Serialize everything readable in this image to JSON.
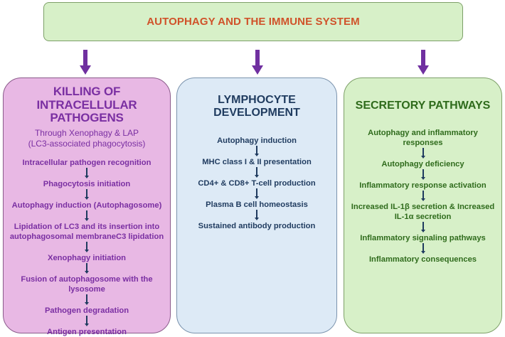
{
  "title": "AUTOPHAGY AND THE IMMUNE SYSTEM",
  "colors": {
    "title_text": "#d0522a",
    "arrow": "#7030a0",
    "panel1_fill": "#e8b8e4",
    "panel2_fill": "#ddeaf6",
    "panel3_fill": "#d7f0c8"
  },
  "panels": [
    {
      "heading": "KILLING OF INTRACELLULAR PATHOGENS",
      "subtitle_line1": "Through Xenophagy & LAP",
      "subtitle_line2": "(LC3-associated phagocytosis)",
      "steps": [
        "Intracellular pathogen recognition",
        "Phagocytosis initiation",
        "Autophagy induction (Autophagosome)",
        "Lipidation of LC3 and its insertion into autophagosomal membraneC3 lipidation",
        "Xenophagy initiation",
        "Fusion of autophagosome with the lysosome",
        "Pathogen degradation",
        "Antigen presentation"
      ]
    },
    {
      "heading_line1": "LYMPHOCYTE",
      "heading_line2": "DEVELOPMENT",
      "steps": [
        "Autophagy induction",
        "MHC class I & II presentation",
        "CD4+ & CD8+ T-cell production",
        "Plasma B cell homeostasis",
        "Sustained antibody production"
      ]
    },
    {
      "heading": "SECRETORY PATHWAYS",
      "steps": [
        "Autophagy and inflammatory responses",
        "Autophagy deficiency",
        "Inflammatory response activation",
        "Increased IL-1β secretion & Increased IL-1α secretion",
        "Inflammatory signaling pathways",
        "Inflammatory consequences"
      ]
    }
  ]
}
